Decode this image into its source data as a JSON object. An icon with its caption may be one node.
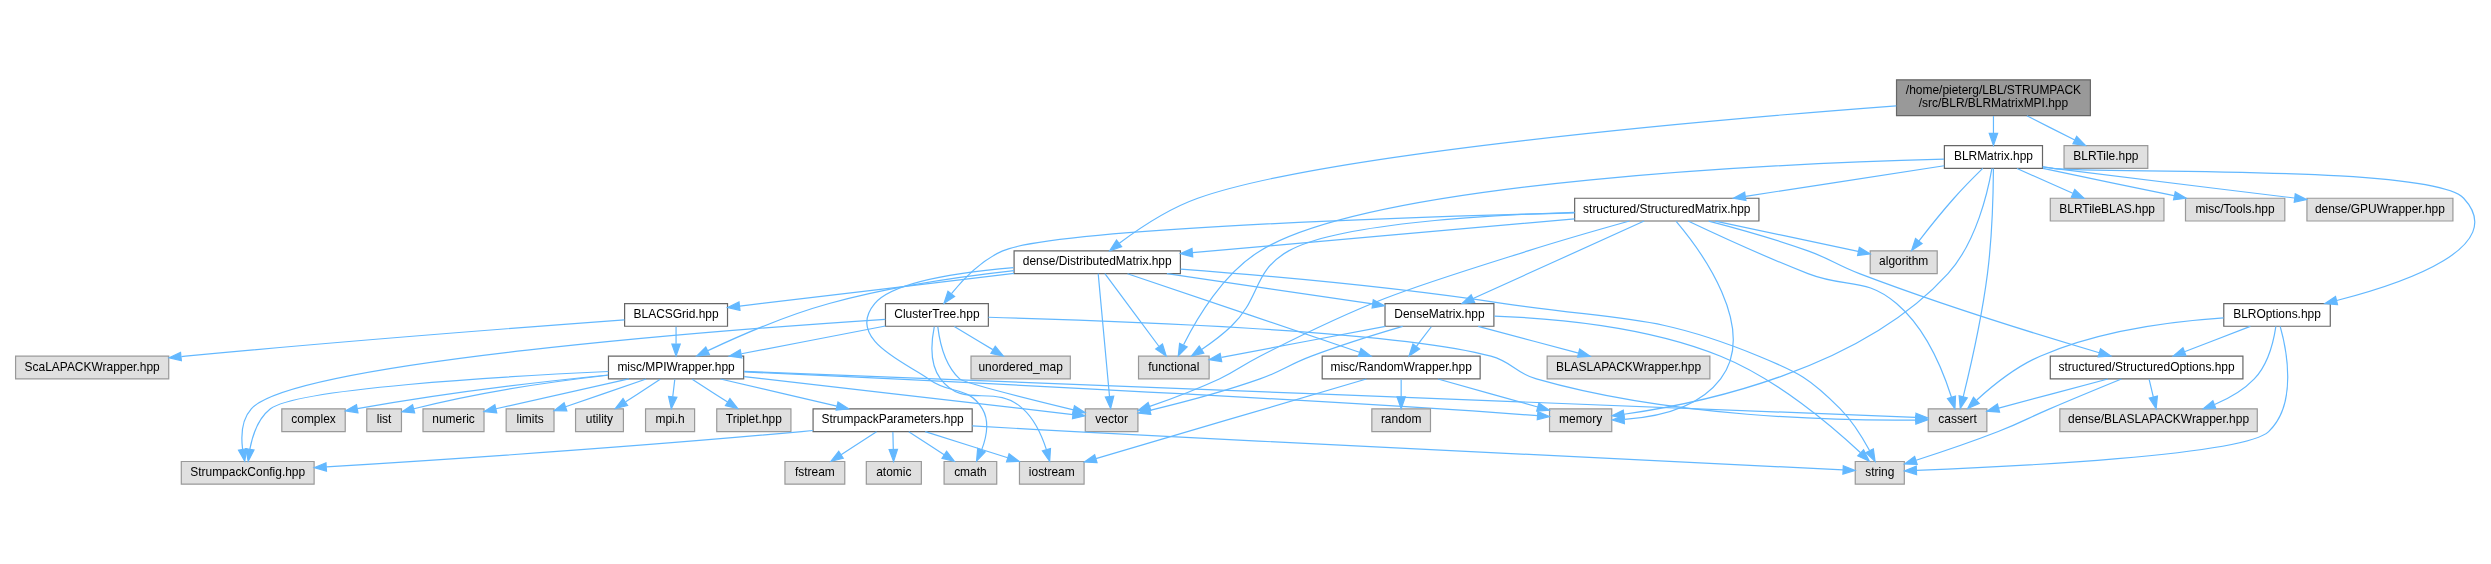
{
  "diagram": {
    "nodes": [
      {
        "text": [
          "/home/pieterg/LBL/STRUMPACK /src/BLR/BLRMatrixMPI.hpp"
        ]
      },
      {
        "text": [
          "BLRMatrix.hpp"
        ]
      },
      {
        "text": [
          "BLRTile.hpp"
        ]
      },
      {
        "text": [
          "structured/StructuredMatrix.hpp"
        ]
      },
      {
        "text": [
          "BLRTileBLAS.hpp"
        ]
      },
      {
        "text": [
          "misc/Tools.hpp"
        ]
      },
      {
        "text": [
          "dense/GPUWrapper.hpp"
        ]
      },
      {
        "text": [
          "dense/DistributedMatrix.hpp"
        ]
      },
      {
        "text": [
          "algorithm"
        ]
      },
      {
        "text": [
          "BLACSGrid.hpp"
        ]
      },
      {
        "text": [
          "ClusterTree.hpp"
        ]
      },
      {
        "text": [
          "DenseMatrix.hpp"
        ]
      },
      {
        "text": [
          "BLROptions.hpp"
        ]
      },
      {
        "text": [
          "ScaLAPACKWrapper.hpp"
        ]
      },
      {
        "text": [
          "misc/MPIWrapper.hpp"
        ]
      },
      {
        "text": [
          "misc/RandomWrapper.hpp"
        ]
      },
      {
        "text": [
          "unordered_map"
        ]
      },
      {
        "text": [
          "BLASLAPACKWrapper.hpp"
        ]
      },
      {
        "text": [
          "functional"
        ]
      },
      {
        "text": [
          "structured/StructuredOptions.hpp"
        ]
      },
      {
        "text": [
          "utility"
        ]
      },
      {
        "text": [
          "mpi.h"
        ]
      },
      {
        "text": [
          "Triplet.hpp"
        ]
      },
      {
        "text": [
          "complex"
        ]
      },
      {
        "text": [
          "StrumpackParameters.hpp"
        ]
      },
      {
        "text": [
          "list"
        ]
      },
      {
        "text": [
          "numeric"
        ]
      },
      {
        "text": [
          "limits"
        ]
      },
      {
        "text": [
          "memory"
        ]
      },
      {
        "text": [
          "random"
        ]
      },
      {
        "text": [
          "vector"
        ]
      },
      {
        "text": [
          "cassert"
        ]
      },
      {
        "text": [
          "dense/BLASLAPACKWrapper.hpp"
        ]
      },
      {
        "text": [
          "cmath"
        ]
      },
      {
        "text": [
          "atomic"
        ]
      },
      {
        "text": [
          "fstream"
        ]
      },
      {
        "text": [
          "StrumpackConfig.hpp"
        ]
      },
      {
        "text": [
          "iostream"
        ]
      },
      {
        "text": [
          "string"
        ]
      }
    ],
    "edges": [
      {
        "from": 0,
        "to": 1,
        "arrow": "to"
      },
      {
        "from": 0,
        "to": 2,
        "arrow": "to"
      },
      {
        "from": 0,
        "to": 7,
        "arrow": "to"
      },
      {
        "from": 1,
        "to": 3,
        "arrow": "to"
      },
      {
        "from": 1,
        "to": 4,
        "arrow": "to"
      },
      {
        "from": 1,
        "to": 5,
        "arrow": "to"
      },
      {
        "from": 1,
        "to": 6,
        "arrow": "to"
      },
      {
        "from": 1,
        "to": 8,
        "arrow": "to"
      },
      {
        "from": 1,
        "to": 18,
        "arrow": "to"
      },
      {
        "from": 1,
        "to": 31,
        "arrow": "to"
      },
      {
        "from": 1,
        "to": 12,
        "arrow": "to"
      },
      {
        "from": 1,
        "to": 28,
        "arrow": "to"
      },
      {
        "from": 3,
        "to": 7,
        "arrow": "to"
      },
      {
        "from": 3,
        "to": 28,
        "arrow": "to"
      },
      {
        "from": 3,
        "to": 10,
        "arrow": "to"
      },
      {
        "from": 3,
        "to": 11,
        "arrow": "to"
      },
      {
        "from": 3,
        "to": 8,
        "arrow": "to"
      },
      {
        "from": 3,
        "to": 18,
        "arrow": "to"
      },
      {
        "from": 3,
        "to": 31,
        "arrow": "to"
      },
      {
        "from": 3,
        "to": 30,
        "arrow": "to"
      },
      {
        "from": 3,
        "to": 19,
        "arrow": "to"
      },
      {
        "from": 7,
        "to": 33,
        "arrow": "to"
      },
      {
        "from": 7,
        "to": 9,
        "arrow": "to"
      },
      {
        "from": 7,
        "to": 14,
        "arrow": "to"
      },
      {
        "from": 7,
        "to": 15,
        "arrow": "to"
      },
      {
        "from": 7,
        "to": 38,
        "arrow": "to"
      },
      {
        "from": 7,
        "to": 30,
        "arrow": "to"
      },
      {
        "from": 7,
        "to": 11,
        "arrow": "to"
      },
      {
        "from": 7,
        "to": 18,
        "arrow": "to"
      },
      {
        "from": 9,
        "to": 13,
        "arrow": "to"
      },
      {
        "from": 9,
        "to": 14,
        "arrow": "to"
      },
      {
        "from": 10,
        "to": 14,
        "arrow": "to"
      },
      {
        "from": 10,
        "to": 36,
        "arrow": "to"
      },
      {
        "from": 10,
        "to": 16,
        "arrow": "to"
      },
      {
        "from": 10,
        "to": 30,
        "arrow": "to"
      },
      {
        "from": 10,
        "to": 37,
        "arrow": "to"
      },
      {
        "from": 10,
        "to": 31,
        "arrow": "to"
      },
      {
        "from": 11,
        "to": 15,
        "arrow": "to"
      },
      {
        "from": 11,
        "to": 17,
        "arrow": "to"
      },
      {
        "from": 11,
        "to": 18,
        "arrow": "to"
      },
      {
        "from": 11,
        "to": 38,
        "arrow": "to"
      },
      {
        "from": 11,
        "to": 30,
        "arrow": "to"
      },
      {
        "from": 12,
        "to": 31,
        "arrow": "to"
      },
      {
        "from": 12,
        "to": 19,
        "arrow": "to"
      },
      {
        "from": 12,
        "to": 32,
        "arrow": "to"
      },
      {
        "from": 12,
        "to": 38,
        "arrow": "to"
      },
      {
        "from": 14,
        "to": 20,
        "arrow": "to"
      },
      {
        "from": 14,
        "to": 21,
        "arrow": "to"
      },
      {
        "from": 14,
        "to": 22,
        "arrow": "to"
      },
      {
        "from": 14,
        "to": 23,
        "arrow": "to"
      },
      {
        "from": 14,
        "to": 24,
        "arrow": "to"
      },
      {
        "from": 14,
        "to": 25,
        "arrow": "to"
      },
      {
        "from": 14,
        "to": 26,
        "arrow": "to"
      },
      {
        "from": 14,
        "to": 27,
        "arrow": "to"
      },
      {
        "from": 14,
        "to": 28,
        "arrow": "to"
      },
      {
        "from": 14,
        "to": 30,
        "arrow": "to"
      },
      {
        "from": 14,
        "to": 31,
        "arrow": "to"
      },
      {
        "from": 14,
        "to": 36,
        "arrow": "to"
      },
      {
        "from": 15,
        "to": 28,
        "arrow": "to"
      },
      {
        "from": 15,
        "to": 29,
        "arrow": "to"
      },
      {
        "from": 15,
        "to": 37,
        "arrow": "to"
      },
      {
        "from": 19,
        "to": 31,
        "arrow": "to"
      },
      {
        "from": 19,
        "to": 32,
        "arrow": "to"
      },
      {
        "from": 19,
        "to": 38,
        "arrow": "to"
      },
      {
        "from": 24,
        "to": 33,
        "arrow": "to"
      },
      {
        "from": 24,
        "to": 34,
        "arrow": "to"
      },
      {
        "from": 24,
        "to": 35,
        "arrow": "to"
      },
      {
        "from": 24,
        "to": 36,
        "arrow": "to"
      },
      {
        "from": 24,
        "to": 37,
        "arrow": "to"
      },
      {
        "from": 24,
        "to": 38,
        "arrow": "to"
      }
    ]
  }
}
